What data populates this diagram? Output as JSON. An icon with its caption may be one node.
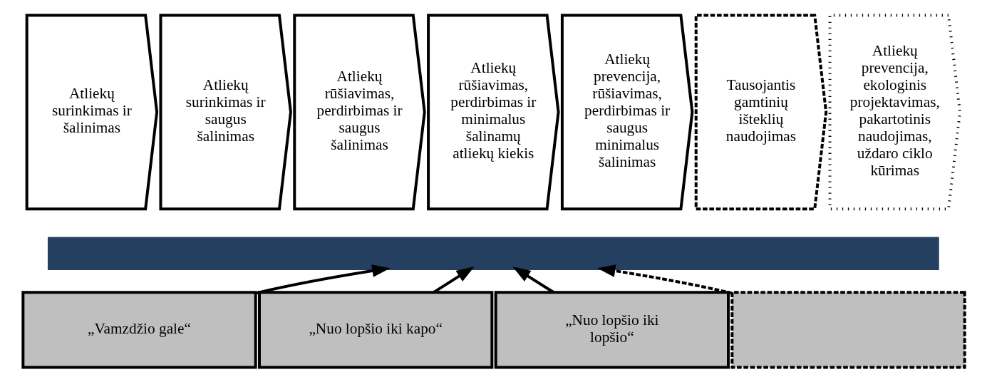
{
  "diagram": {
    "nodes": [
      {
        "text": [
          "Atliekų surinkimas ir šalinimas"
        ]
      },
      {
        "text": [
          "Atliekų surinkimas ir saugus šalinimas"
        ]
      },
      {
        "text": [
          "Atliekų rūšiavimas, perdirbimas ir saugus šalinimas"
        ]
      },
      {
        "text": [
          "Atliekų rūšiavimas, perdirbimas ir minimalus šalinamų atliekų kiekis"
        ]
      },
      {
        "text": [
          "Atliekų prevencija, rūšiavimas, perdirbimas ir saugus minimalus šalinimas"
        ]
      },
      {
        "text": [
          "Tausojantis gamtinių išteklių naudojimas"
        ]
      },
      {
        "text": [
          "Atliekų prevencija, ekologinis projektavimas, pakartotinis naudojimas, uždaro ciklo kūrimas"
        ]
      },
      {
        "text": [],
        "shape": "bar"
      },
      {
        "text": [
          "„Vamzdžio gale“"
        ]
      },
      {
        "text": [
          "„Nuo lopšio iki kapo“"
        ]
      },
      {
        "text": [
          "„Nuo lopšio iki lopšio“"
        ]
      },
      {
        "text": [],
        "shape": "box"
      }
    ],
    "edges": [
      {
        "from": 8,
        "to": 7,
        "arrow": "to"
      },
      {
        "from": 9,
        "to": 7,
        "arrow": "to"
      },
      {
        "from": 10,
        "to": 7,
        "arrow": "to"
      },
      {
        "from": 11,
        "to": 7,
        "arrow": "to",
        "style": "dashed"
      }
    ]
  }
}
